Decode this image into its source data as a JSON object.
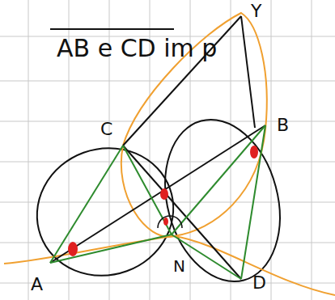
{
  "diagram": {
    "labels": [
      "AB e CD im p",
      "Y",
      "C",
      "B",
      "A",
      "N",
      "D"
    ]
  }
}
